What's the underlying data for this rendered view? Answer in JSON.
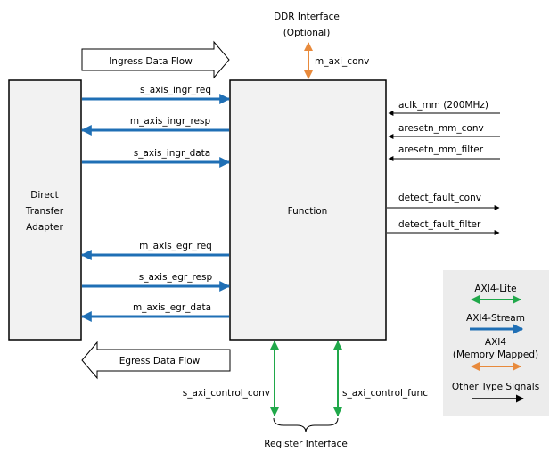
{
  "colors": {
    "stream": "#1f6fb5",
    "lite": "#20a84a",
    "mm": "#e88a3c",
    "other": "#000000",
    "block_fill": "#f2f2f2",
    "legend_fill": "#ececec"
  },
  "ddr": {
    "line1": "DDR Interface",
    "line2": "(Optional)",
    "signal": "m_axi_conv"
  },
  "ingress_flow_label": "Ingress Data Flow",
  "egress_flow_label": "Egress Data Flow",
  "adapter": {
    "line1": "Direct",
    "line2": "Transfer",
    "line3": "Adapter"
  },
  "function_label": "Function",
  "stream_signals": {
    "s_axis_ingr_req": "s_axis_ingr_req",
    "m_axis_ingr_resp": "m_axis_ingr_resp",
    "s_axis_ingr_data": "s_axis_ingr_data",
    "m_axis_egr_req": "m_axis_egr_req",
    "s_axis_egr_resp": "s_axis_egr_resp",
    "m_axis_egr_data": "m_axis_egr_data"
  },
  "inputs": {
    "aclk_mm": "aclk_mm (200MHz)",
    "aresetn_mm_conv": "aresetn_mm_conv",
    "aresetn_mm_filter": "aresetn_mm_filter"
  },
  "outputs": {
    "detect_fault_conv": "detect_fault_conv",
    "detect_fault_filter": "detect_fault_filter"
  },
  "control": {
    "conv": "s_axi_control_conv",
    "func": "s_axi_control_func",
    "register_interface": "Register Interface"
  },
  "legend": {
    "lite": "AXI4-Lite",
    "stream": "AXI4-Stream",
    "mm_line1": "AXI4",
    "mm_line2": "(Memory Mapped)",
    "other": "Other Type Signals"
  }
}
